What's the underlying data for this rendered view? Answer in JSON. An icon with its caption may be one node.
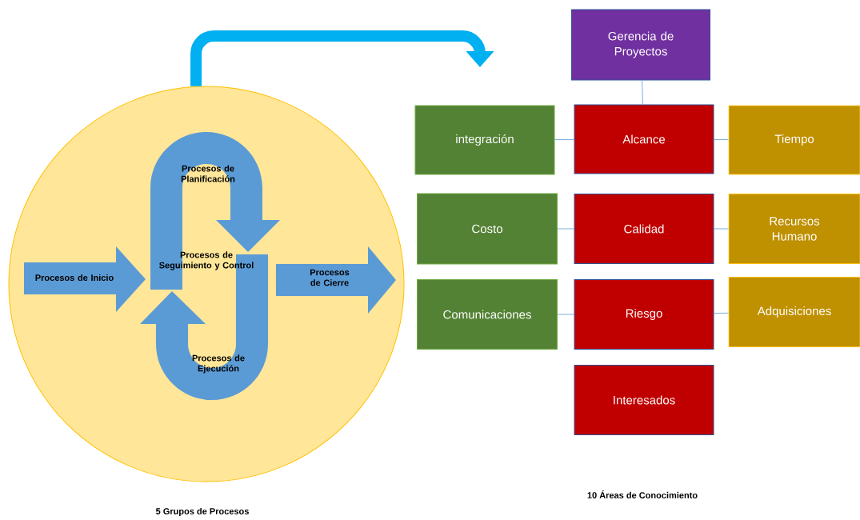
{
  "diagram": {
    "nodes": [
      {
        "text": [],
        "shape": "circle"
      },
      {
        "text": [
          "Procesos de Inicio"
        ],
        "in": 0
      },
      {
        "text": [
          "Procesos de Planificación"
        ],
        "in": 0
      },
      {
        "text": [
          "Procesos de Seguimiento y Control"
        ],
        "in": 0
      },
      {
        "text": [
          "Procesos de Ejecución"
        ],
        "in": 0
      },
      {
        "text": [
          "Procesos de Cierre"
        ],
        "in": 0
      },
      {
        "text": [
          "Gerencia de Proyectos"
        ]
      },
      {
        "text": [
          "integración"
        ]
      },
      {
        "text": [
          "Alcance"
        ]
      },
      {
        "text": [
          "Tiempo"
        ]
      },
      {
        "text": [
          "Costo"
        ]
      },
      {
        "text": [
          "Calidad"
        ]
      },
      {
        "text": [
          "Recursos Humano"
        ]
      },
      {
        "text": [
          "Comunicaciones"
        ]
      },
      {
        "text": [
          "Riesgo"
        ]
      },
      {
        "text": [
          "Adquisiciones"
        ]
      },
      {
        "text": [
          "Interesados"
        ]
      }
    ],
    "edges": [
      {
        "from": 0,
        "to": null,
        "arrow": "to",
        "style": "thick",
        "color": "#00b0f0"
      },
      {
        "from": 6,
        "to": 8,
        "arrow": "none"
      },
      {
        "from": 7,
        "to": 8,
        "arrow": "none"
      },
      {
        "from": 8,
        "to": 9,
        "arrow": "none"
      },
      {
        "from": 10,
        "to": 11,
        "arrow": "none"
      },
      {
        "from": 11,
        "to": 12,
        "arrow": "none"
      },
      {
        "from": 13,
        "to": 14,
        "arrow": "none"
      },
      {
        "from": 14,
        "to": 15,
        "arrow": "none"
      }
    ],
    "labels": [
      "5 Grupos de Procesos",
      "10 Áreas de Conocimiento"
    ]
  }
}
